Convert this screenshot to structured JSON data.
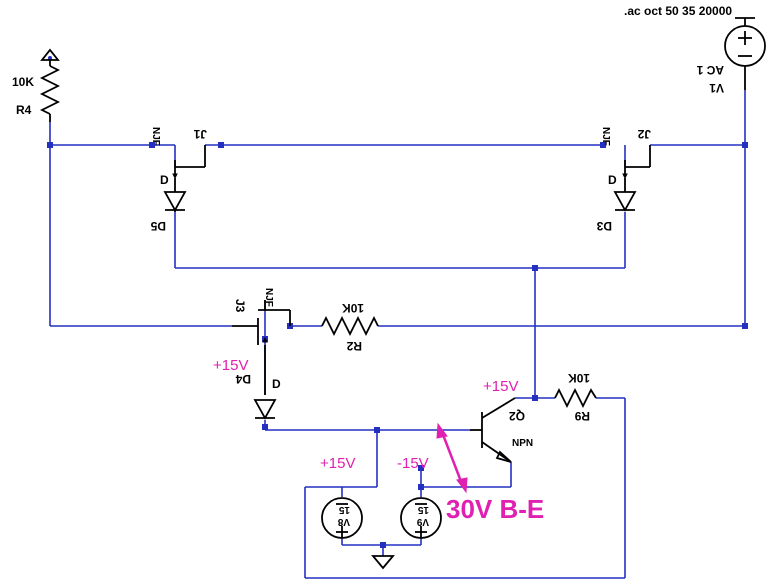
{
  "directive": ".ac oct 50 35 20000",
  "colors": {
    "wire": "#2430c0",
    "component": "#000000",
    "annotation": "#e020b0"
  },
  "components": {
    "R4": {
      "name": "R4",
      "value": "10K"
    },
    "R2": {
      "name": "R2",
      "value": "10K"
    },
    "R9": {
      "name": "R9",
      "value": "10K"
    },
    "J1": {
      "name": "J1",
      "model": "NJF"
    },
    "J2": {
      "name": "J2",
      "model": "NJF"
    },
    "J3": {
      "name": "J3",
      "model": "NJF"
    },
    "D5": {
      "name": "D5",
      "model": "D"
    },
    "D3": {
      "name": "D3",
      "model": "D"
    },
    "D4": {
      "name": "D4",
      "model": "D"
    },
    "Q2": {
      "name": "Q2",
      "model": "NPN"
    },
    "V1": {
      "name": "V1",
      "spec": "AC 1"
    },
    "V8": {
      "name": "V8",
      "value": "15"
    },
    "V9": {
      "name": "V9",
      "value": "15"
    }
  },
  "annotations": {
    "plus15_j3": "+15V",
    "plus15_q2": "+15V",
    "plus15_v8": "+15V",
    "minus15_v9": "-15V",
    "be_voltage": "30V B-E"
  }
}
